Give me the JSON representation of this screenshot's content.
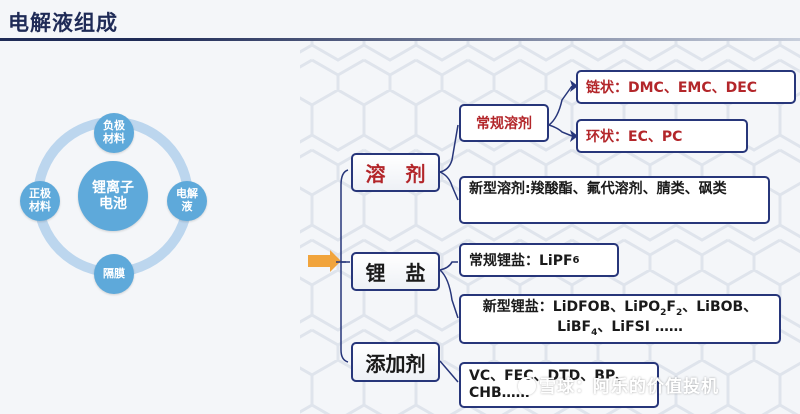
{
  "title": "电解液组成",
  "battery": {
    "center": [
      "锂离子",
      "电池"
    ],
    "top": [
      "负极",
      "材料"
    ],
    "left": [
      "正极",
      "材料"
    ],
    "right": [
      "电解",
      "液"
    ],
    "bottom": [
      "隔膜"
    ]
  },
  "main_components": [
    "溶　剂",
    "锂　盐",
    "添加剂"
  ],
  "solvent": {
    "conventional": "常规溶剂",
    "chain": "链状：DMC、EMC、DEC",
    "ring": "环状：EC、PC",
    "new": "新型溶剂:羧酸酯、氟代溶剂、腈类、砜类"
  },
  "salt": {
    "conventional": "常规锂盐：LiPF",
    "conventional_sub": "6",
    "new_line1": "新型锂盐：LiDFOB、LiPO",
    "new_line1_sub1": "2",
    "new_line1_mid": "F",
    "new_line1_sub2": "2",
    "new_line1_end": "、LiBOB、",
    "new_line2_start": "LiBF",
    "new_line2_sub": "4",
    "new_line2_end": "、LiFSI ……"
  },
  "additive": {
    "line1": "VC、FEC、DTD、BP、",
    "line2": "CHB……"
  },
  "watermark": "雪球：阿乐的价值投机",
  "colors": {
    "navy": "#27367a",
    "red": "#b3262a",
    "circle": "#5ea9da",
    "arrow": "#f1a43c"
  }
}
